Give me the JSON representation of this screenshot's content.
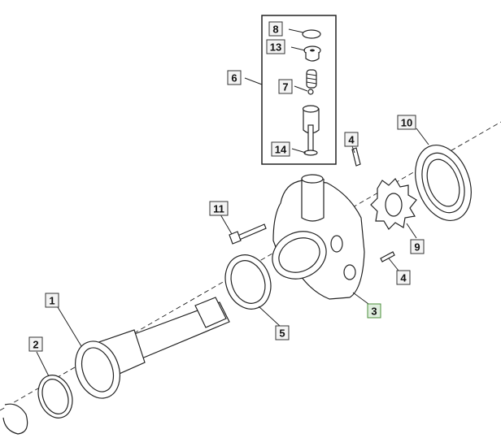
{
  "callouts": {
    "c1": "1",
    "c2": "2",
    "c3": "3",
    "c4a": "4",
    "c4b": "4",
    "c5": "5",
    "c6": "6",
    "c7": "7",
    "c8": "8",
    "c9": "9",
    "c10": "10",
    "c11": "11",
    "c13": "13",
    "c14": "14"
  },
  "highlight_color": "#4b8f3a"
}
